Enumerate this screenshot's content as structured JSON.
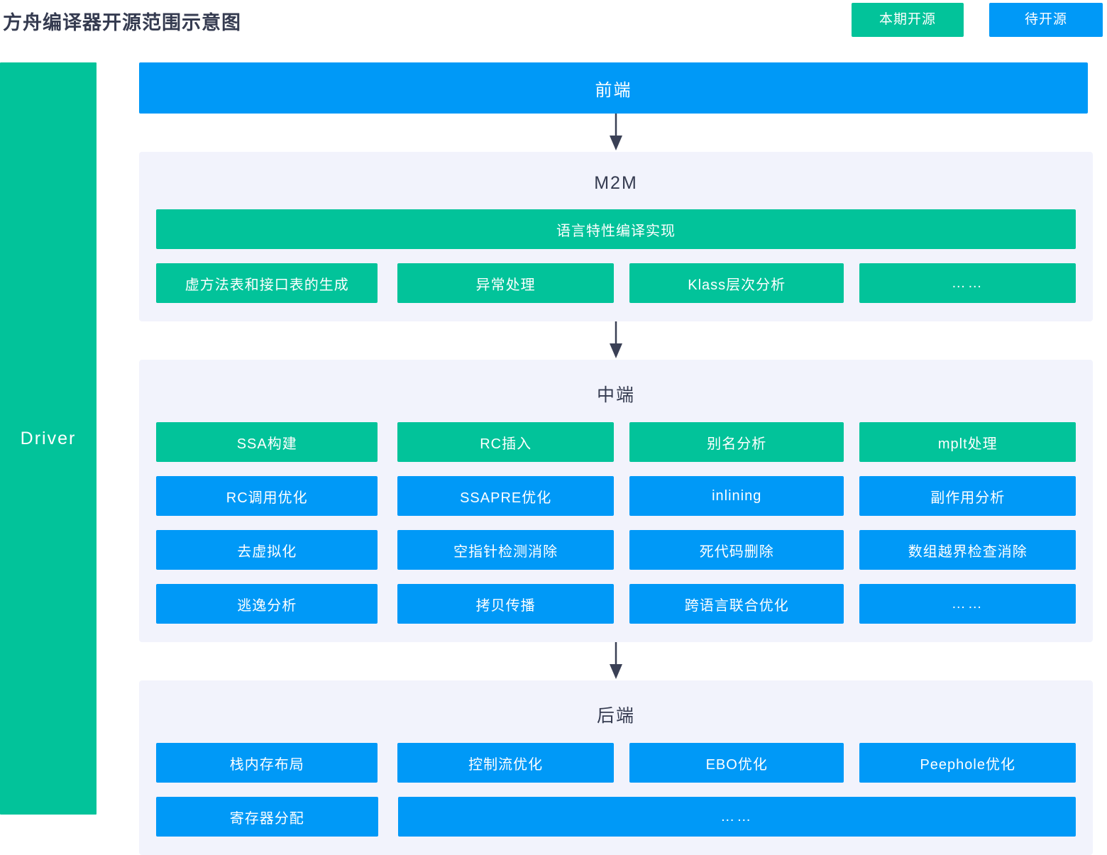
{
  "header": {
    "title": "方舟编译器开源范围示意图",
    "legend": [
      {
        "label": "本期开源",
        "color": "#02c39a",
        "name": "legend-open-source-now"
      },
      {
        "label": "待开源",
        "color": "#0099f7",
        "name": "legend-open-source-pending"
      }
    ]
  },
  "sidebar": {
    "label": "Driver",
    "color": "#02c39a"
  },
  "frontend": {
    "label": "前端",
    "color": "#0099f7"
  },
  "m2m": {
    "title": "M2M",
    "full_bar": {
      "label": "语言特性编译实现",
      "color": "#02c39a"
    },
    "cards": [
      {
        "label": "虚方法表和接口表的生成",
        "color": "#02c39a"
      },
      {
        "label": "异常处理",
        "color": "#02c39a"
      },
      {
        "label": "Klass层次分析",
        "color": "#02c39a"
      },
      {
        "label": "……",
        "color": "#02c39a"
      }
    ]
  },
  "middleend": {
    "title": "中端",
    "rows": [
      [
        {
          "label": "SSA构建",
          "color": "#02c39a"
        },
        {
          "label": "RC插入",
          "color": "#02c39a"
        },
        {
          "label": "别名分析",
          "color": "#02c39a"
        },
        {
          "label": "mplt处理",
          "color": "#02c39a"
        }
      ],
      [
        {
          "label": "RC调用优化",
          "color": "#0099f7"
        },
        {
          "label": "SSAPRE优化",
          "color": "#0099f7"
        },
        {
          "label": "inlining",
          "color": "#0099f7"
        },
        {
          "label": "副作用分析",
          "color": "#0099f7"
        }
      ],
      [
        {
          "label": "去虚拟化",
          "color": "#0099f7"
        },
        {
          "label": "空指针检测消除",
          "color": "#0099f7"
        },
        {
          "label": "死代码删除",
          "color": "#0099f7"
        },
        {
          "label": "数组越界检查消除",
          "color": "#0099f7"
        }
      ],
      [
        {
          "label": "逃逸分析",
          "color": "#0099f7"
        },
        {
          "label": "拷贝传播",
          "color": "#0099f7"
        },
        {
          "label": "跨语言联合优化",
          "color": "#0099f7"
        },
        {
          "label": "……",
          "color": "#0099f7"
        }
      ]
    ]
  },
  "backend": {
    "title": "后端",
    "row1": [
      {
        "label": "栈内存布局",
        "color": "#0099f7"
      },
      {
        "label": "控制流优化",
        "color": "#0099f7"
      },
      {
        "label": "EBO优化",
        "color": "#0099f7"
      },
      {
        "label": "Peephole优化",
        "color": "#0099f7"
      }
    ],
    "row2": [
      {
        "label": "寄存器分配",
        "color": "#0099f7"
      },
      {
        "label": "……",
        "color": "#0099f7"
      }
    ]
  },
  "arrows": {
    "color": "#3a4055",
    "count": 3
  }
}
